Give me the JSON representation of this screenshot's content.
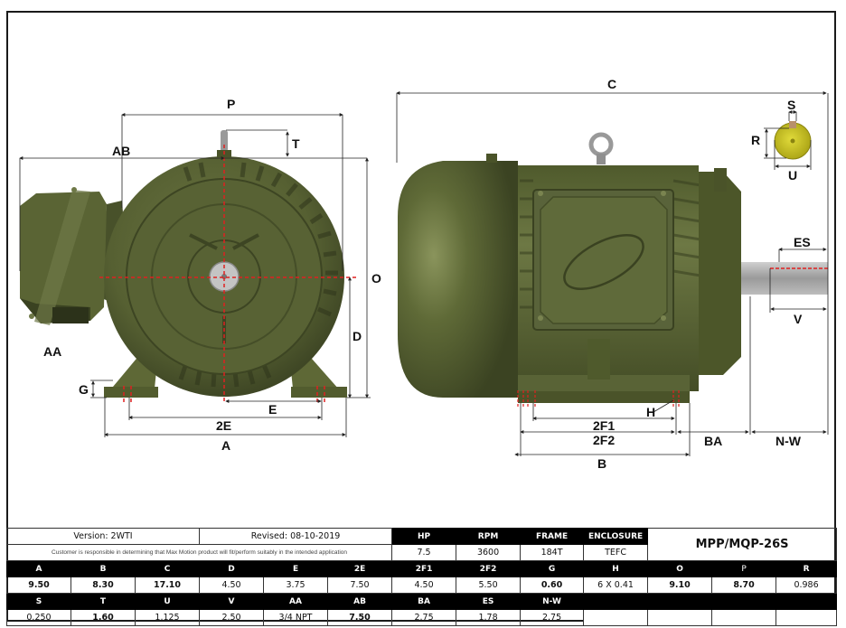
{
  "drawing": {
    "front_view_labels": {
      "P": "P",
      "T": "T",
      "AB": "AB",
      "O": "O",
      "AA": "AA",
      "D": "D",
      "G": "G",
      "E": "E",
      "2E": "2E",
      "A": "A"
    },
    "side_view_labels": {
      "C": "C",
      "S": "S",
      "R": "R",
      "U": "U",
      "ES": "ES",
      "V": "V",
      "H": "H",
      "2F1": "2F1",
      "2F2": "2F2",
      "BA": "BA",
      "N-W": "N-W",
      "B": "B"
    },
    "colors": {
      "motor_body": "#5b6535",
      "motor_dark": "#3e4524",
      "motor_light": "#7a8450",
      "shaft": "#a9a9a9",
      "shaft_end_view": "#c9c21a",
      "key": "#b8906a",
      "centerline": "#e02020",
      "dimension_line": "#222222"
    }
  },
  "info": {
    "version": "Version: 2WTI",
    "revised": "Revised: 08-10-2019",
    "disclaimer": "Customer is responsible in determining that Max Motion product will fit/perform suitably in the intended application",
    "model": "MPP/MQP-26S",
    "ratings_headers": [
      "HP",
      "RPM",
      "FRAME",
      "ENCLOSURE"
    ],
    "ratings_values": [
      "7.5",
      "3600",
      "184T",
      "TEFC"
    ]
  },
  "dimensions": {
    "row1_headers": [
      "A",
      "B",
      "C",
      "D",
      "E",
      "2E",
      "2F1",
      "2F2",
      "G",
      "H",
      "O",
      "P",
      "R"
    ],
    "row1_values": [
      "9.50",
      "8.30",
      "17.10",
      "4.50",
      "3.75",
      "7.50",
      "4.50",
      "5.50",
      "0.60",
      "6 X 0.41",
      "9.10",
      "8.70",
      "0.986"
    ],
    "row2_headers": [
      "S",
      "T",
      "U",
      "V",
      "AA",
      "AB",
      "BA",
      "ES",
      "N-W",
      "",
      "",
      "",
      ""
    ],
    "row2_values": [
      "0.250",
      "1.60",
      "1.125",
      "2.50",
      "3/4 NPT",
      "7.50",
      "2.75",
      "1.78",
      "2.75",
      "",
      "",
      "",
      ""
    ]
  }
}
